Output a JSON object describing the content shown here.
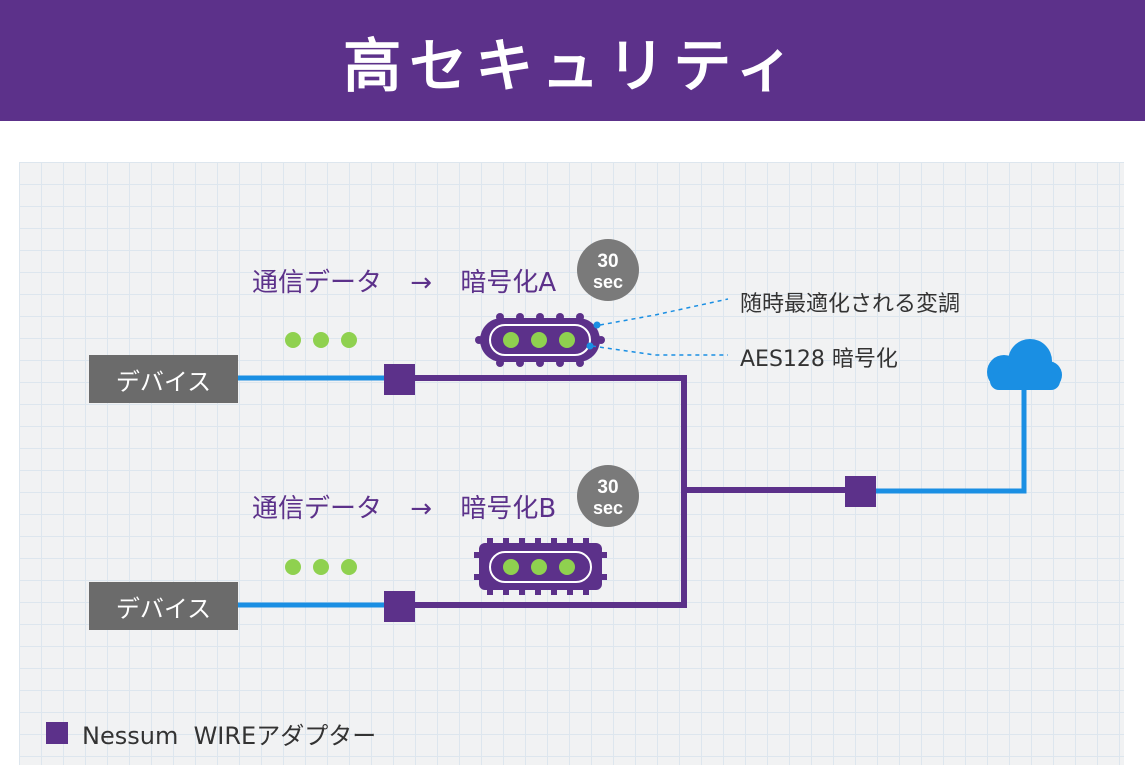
{
  "header": {
    "title": "高セキュリティ"
  },
  "devices": [
    {
      "label": "デバイス"
    },
    {
      "label": "デバイス"
    }
  ],
  "flows": [
    {
      "data_label": "通信データ",
      "arrow": "→",
      "cipher_label": "暗号化A",
      "timer_value": "30",
      "timer_unit": "sec"
    },
    {
      "data_label": "通信データ",
      "arrow": "→",
      "cipher_label": "暗号化B",
      "timer_value": "30",
      "timer_unit": "sec"
    }
  ],
  "notes": [
    {
      "text": "随時最適化される変調"
    },
    {
      "text": "AES128 暗号化"
    }
  ],
  "legend": {
    "label": "Nessum  WIREアダプター"
  },
  "colors": {
    "header_bg": "#5c318a",
    "adapter_purple": "#5c318a",
    "connection_blue": "#1a8fe3",
    "dot_green": "#8fd14f",
    "device_gray": "#6b6b6b",
    "timer_gray": "#7a7a7a",
    "cloud_blue": "#1a8fe3"
  },
  "icons": {
    "cloud": "cloud-icon",
    "adapter": "adapter-square-icon",
    "timer": "timer-badge-icon",
    "chip": "chip-icon"
  }
}
